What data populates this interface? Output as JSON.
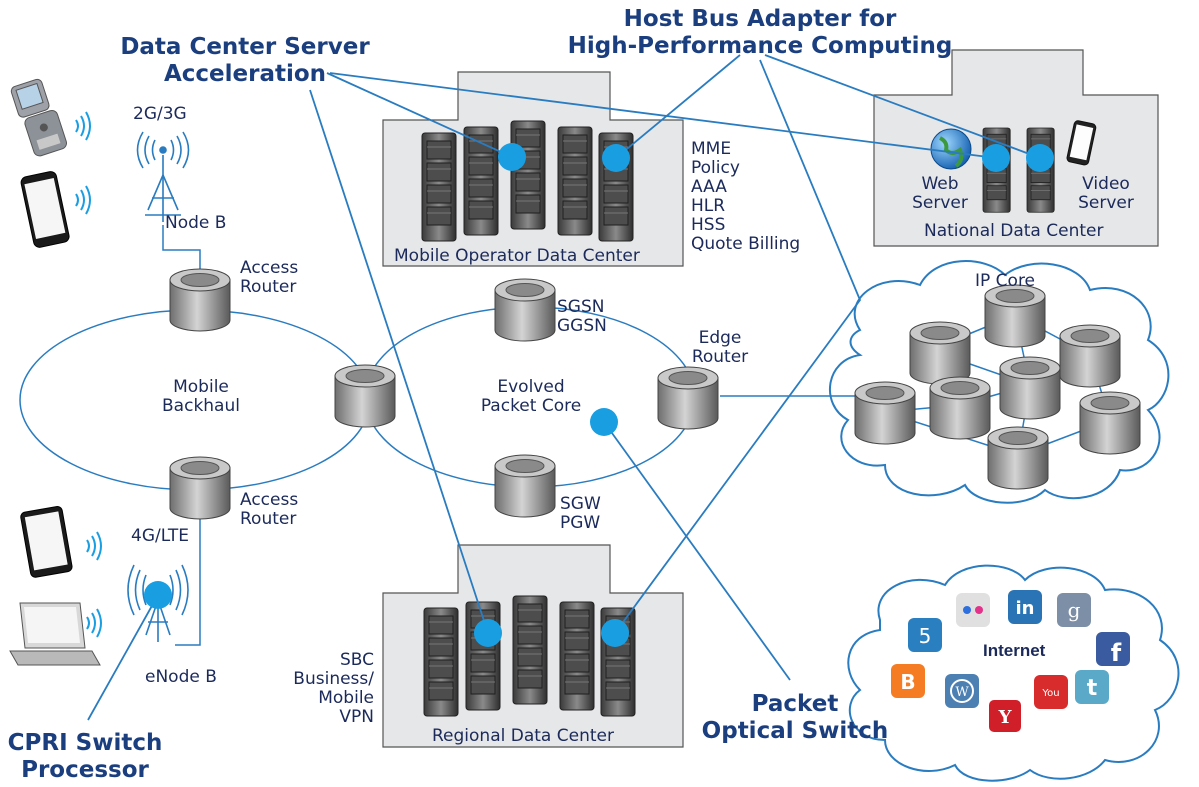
{
  "callouts": {
    "data_center_accel": [
      "Data Center Server",
      "Acceleration"
    ],
    "host_bus_adapter": [
      "Host Bus Adapter for",
      "High-Performance Computing"
    ],
    "cpri_switch": [
      "CPRI Switch",
      "Processor"
    ],
    "packet_optical": [
      "Packet",
      "Optical Switch"
    ]
  },
  "radio": {
    "gen_2g3g": "2G/3G",
    "node_b": "Node B",
    "gen_4g": "4G/LTE",
    "enode_b": "eNode B"
  },
  "routers": {
    "access_top": [
      "Access",
      "Router"
    ],
    "access_bottom": [
      "Access",
      "Router"
    ],
    "edge": [
      "Edge",
      "Router"
    ]
  },
  "rings": {
    "mobile_backhaul": [
      "Mobile",
      "Backhaul"
    ],
    "evolved_packet_core": [
      "Evolved",
      "Packet Core"
    ]
  },
  "epc_nodes": {
    "sgsn": [
      "SGSN",
      "GGSN"
    ],
    "sgw": [
      "SGW",
      "PGW"
    ]
  },
  "mobile_operator_dc": {
    "label": "Mobile Operator Data Center",
    "services": [
      "MME",
      "Policy",
      "AAA",
      "HLR",
      "HSS",
      "Quote Billing"
    ]
  },
  "national_dc": {
    "label": "National Data Center",
    "web_server": [
      "Web",
      "Server"
    ],
    "video_server": [
      "Video",
      "Server"
    ]
  },
  "regional_dc": {
    "label": "Regional Data Center",
    "services": [
      "SBC",
      "Business/",
      "Mobile",
      "VPN"
    ]
  },
  "ip_core": {
    "label": "IP Core"
  },
  "internet": {
    "label": "Internet"
  },
  "colors": {
    "accent": "#1a9ee2",
    "line": "#2a7cc0",
    "title": "#1a3e7e",
    "building": "#e6e7e9"
  }
}
